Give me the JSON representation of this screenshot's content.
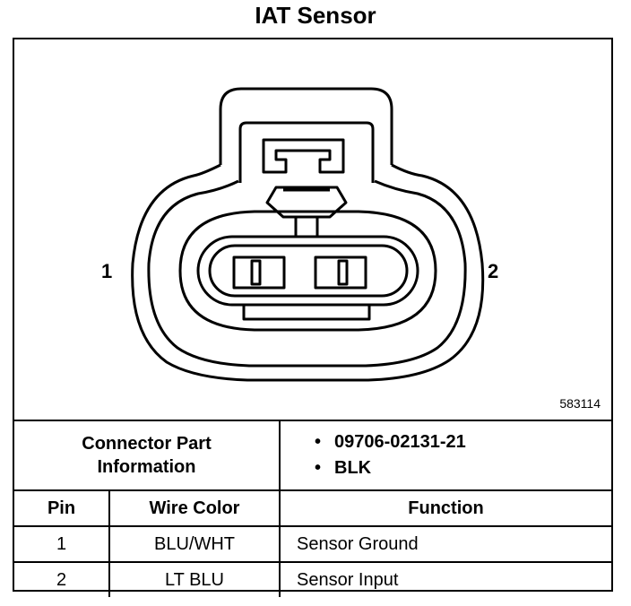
{
  "title": "IAT Sensor",
  "drawing": {
    "pin_left": "1",
    "pin_right": "2",
    "figure_number": "583114"
  },
  "connector_info": {
    "label_line1": "Connector Part",
    "label_line2": "Information",
    "items": [
      "09706-02131-21",
      "BLK"
    ]
  },
  "table": {
    "headers": [
      "Pin",
      "Wire Color",
      "Function"
    ],
    "rows": [
      [
        "1",
        "BLU/WHT",
        "Sensor Ground"
      ],
      [
        "2",
        "LT BLU",
        "Sensor Input"
      ]
    ]
  }
}
